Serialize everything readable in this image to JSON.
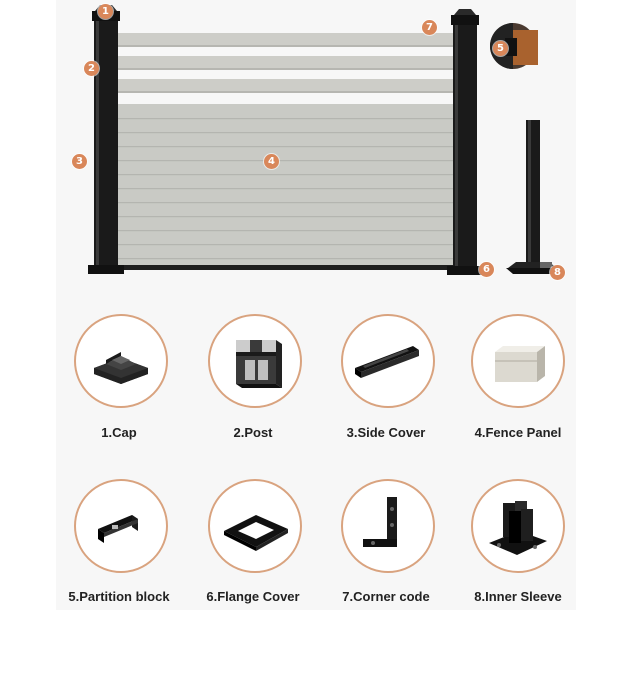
{
  "callouts": [
    "1",
    "2",
    "3",
    "4",
    "5",
    "6",
    "7",
    "8"
  ],
  "parts": [
    {
      "label": "1.Cap",
      "icon": "cap-icon"
    },
    {
      "label": "2.Post",
      "icon": "post-profile-icon"
    },
    {
      "label": "3.Side Cover",
      "icon": "side-cover-icon"
    },
    {
      "label": "4.Fence Panel",
      "icon": "fence-panel-icon"
    },
    {
      "label": "5.Partition block",
      "icon": "partition-block-icon"
    },
    {
      "label": "6.Flange Cover",
      "icon": "flange-cover-icon"
    },
    {
      "label": "7.Corner code",
      "icon": "corner-bracket-icon"
    },
    {
      "label": "8.Inner Sleeve",
      "icon": "inner-sleeve-icon"
    }
  ],
  "colors": {
    "accent": "#d9875a",
    "circle_border": "#d9a37f",
    "post": "#1a1a1a",
    "board": "#c9cac5"
  }
}
